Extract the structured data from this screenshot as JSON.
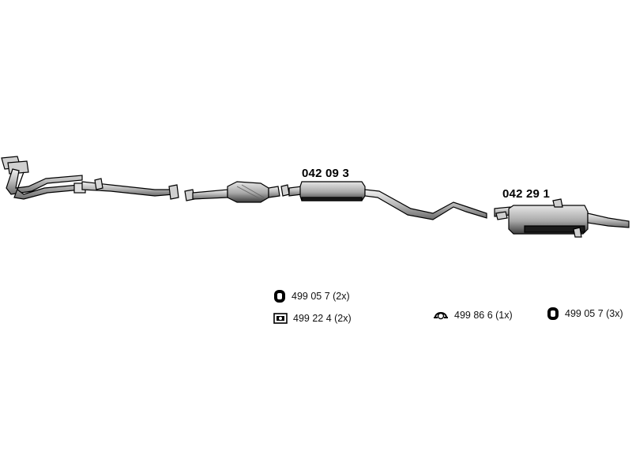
{
  "parts": [
    {
      "id": "middle-silencer",
      "number": "042 09 3"
    },
    {
      "id": "rear-silencer",
      "number": "042 29 1"
    }
  ],
  "legend": [
    {
      "icon": "rubber-hanger-icon",
      "text": "499 05 7 (2x)"
    },
    {
      "icon": "clamp-bracket-icon",
      "text": "499 22 4 (2x)"
    },
    {
      "icon": "pipe-clamp-icon",
      "text": "499 86 6 (1x)"
    },
    {
      "icon": "rubber-hanger-icon",
      "text": "499 05 7 (3x)"
    }
  ],
  "colors": {
    "line": "#000000",
    "part_fill": "#bfbfbf",
    "part_shade": "#5a5a5a",
    "background": "#ffffff"
  }
}
